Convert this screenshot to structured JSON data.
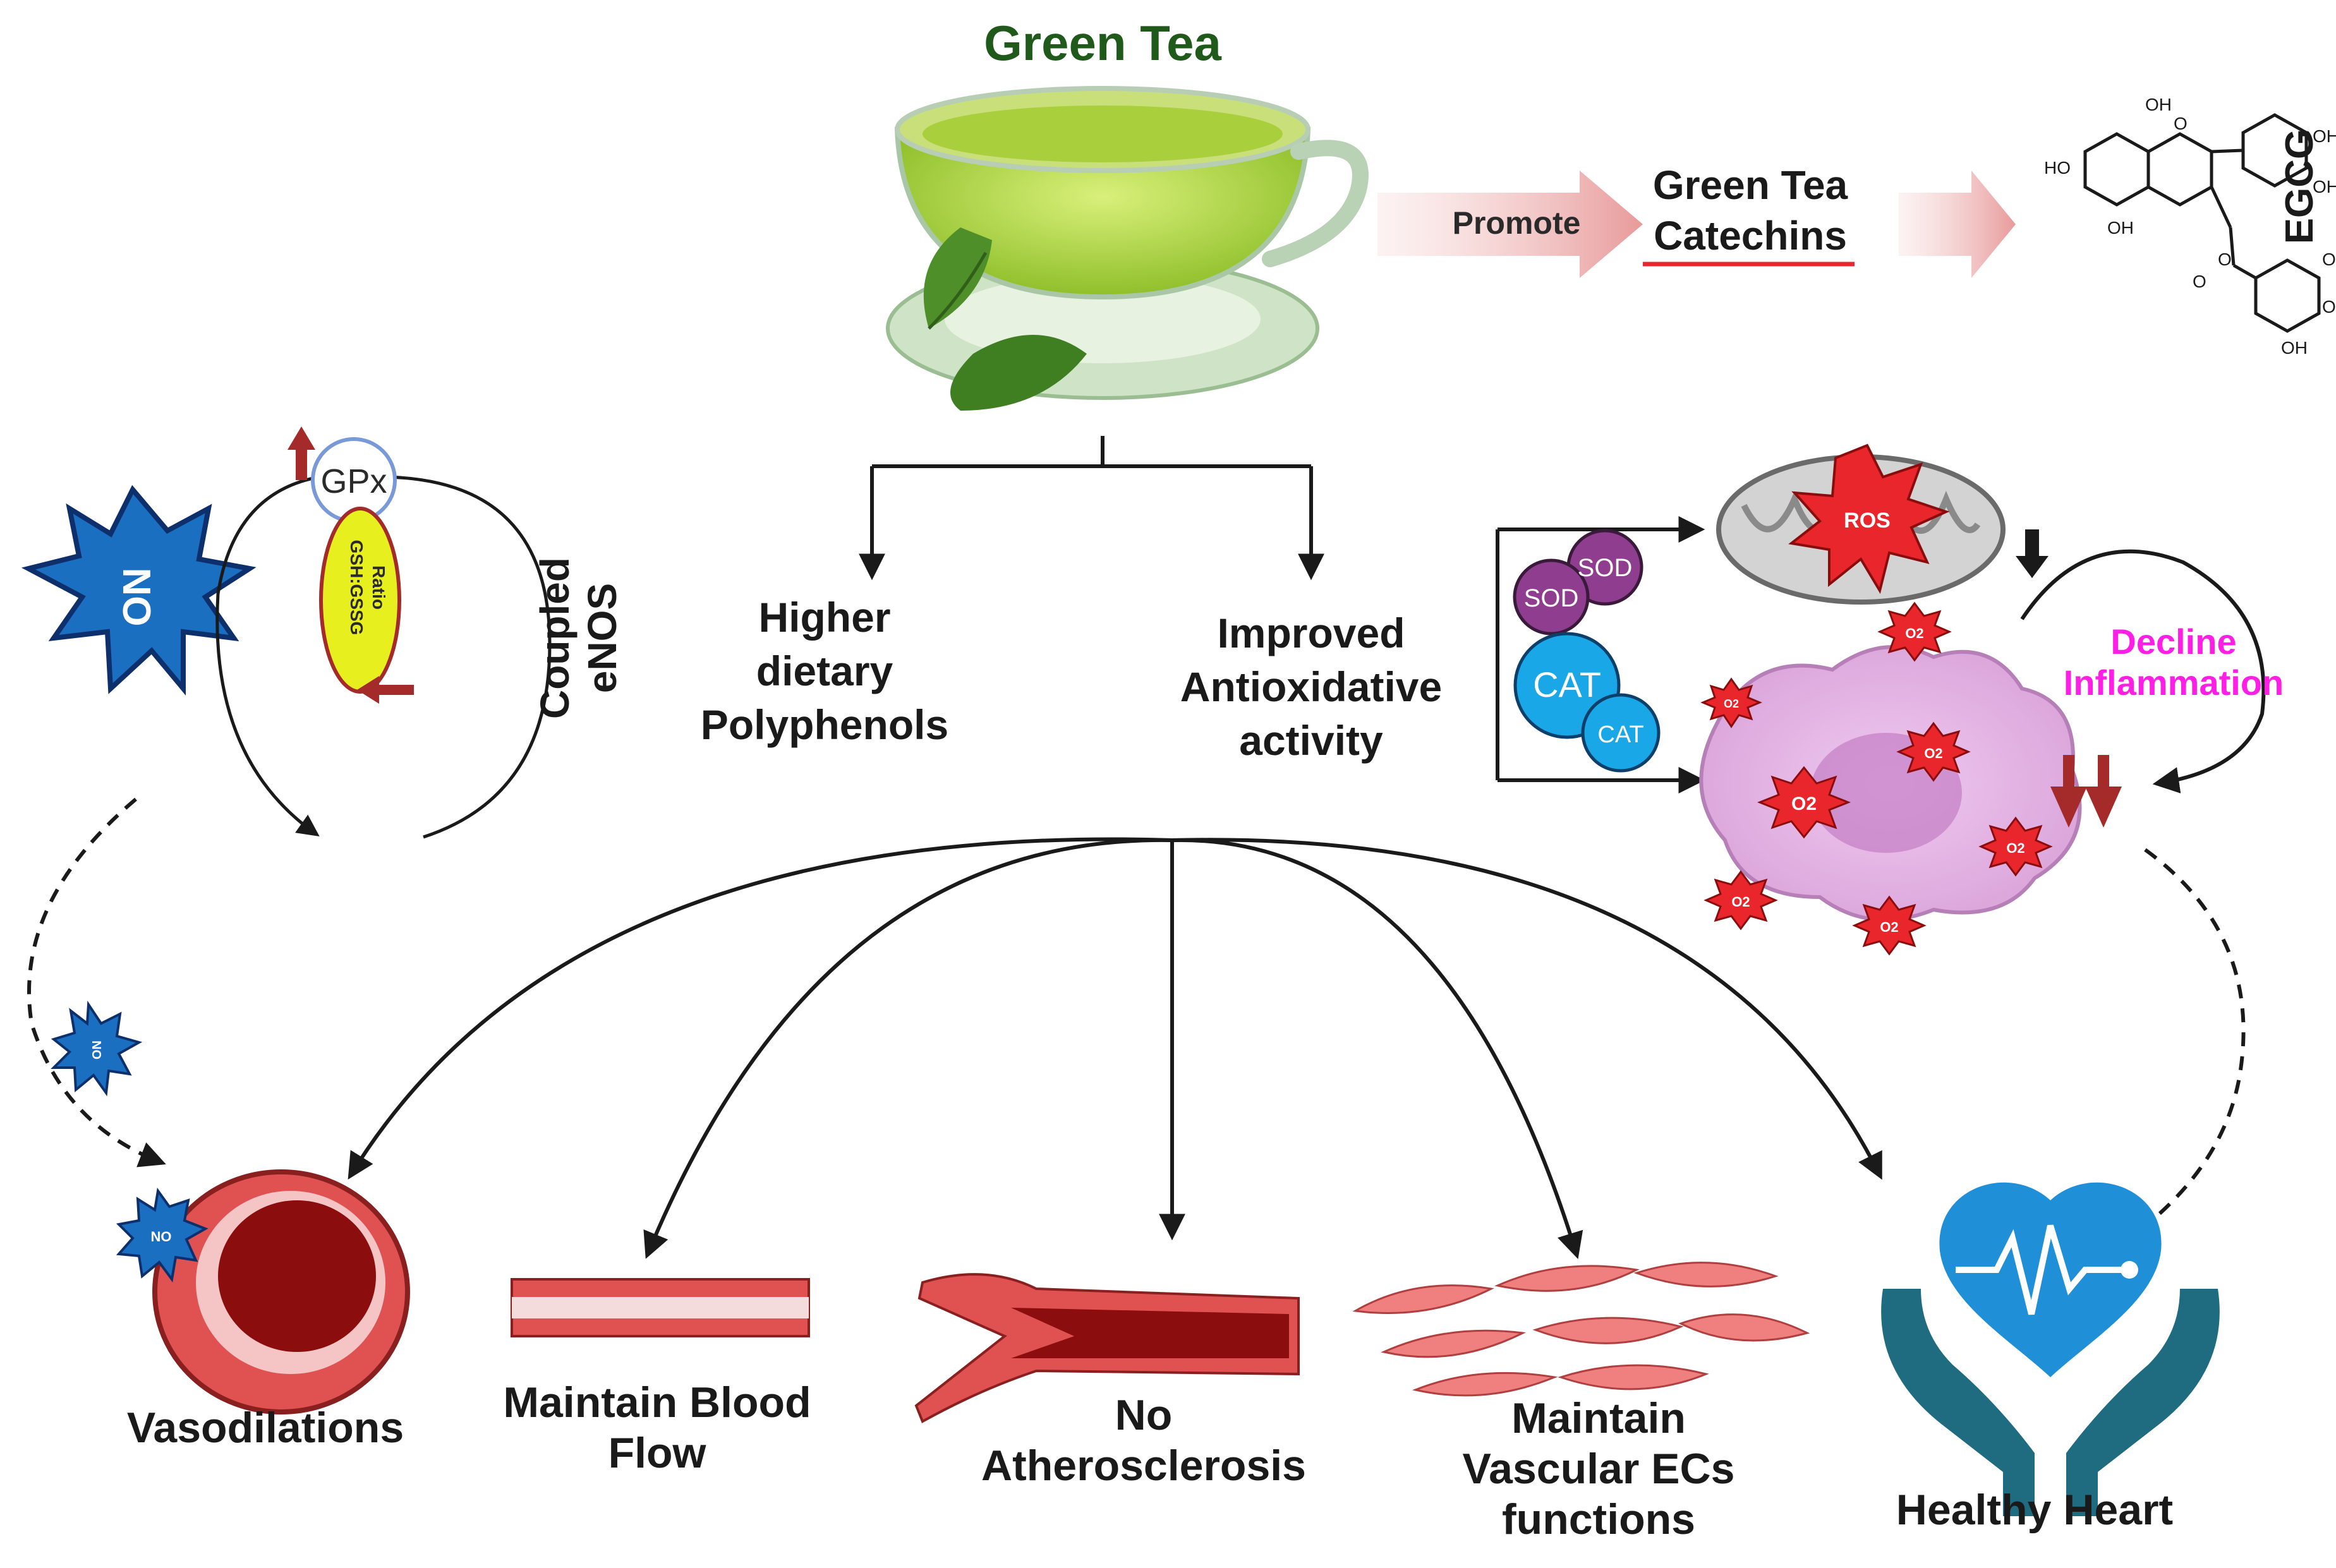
{
  "title": "Green Tea",
  "promote_label": "Promote",
  "catechins": [
    "Green Tea",
    "Catechins"
  ],
  "egcg_label": "EGCG",
  "egcg_oh": [
    "OH",
    "OH",
    "OH",
    "HO",
    "OH",
    "OH",
    "OH",
    "OH",
    "OH"
  ],
  "egcg_o": [
    "O",
    "O",
    "O"
  ],
  "gpx_label": "GPx",
  "gsh_ratio": [
    "GSH:GSSG",
    "Ratio"
  ],
  "coupled_enos": [
    "Coupled",
    "eNOS"
  ],
  "no_label": "NO",
  "branch_left": [
    "Higher",
    "dietary",
    "Polyphenols"
  ],
  "branch_right": [
    "Improved",
    "Antioxidative",
    "activity"
  ],
  "sod_label": "SOD",
  "cat_label": "CAT",
  "ros_label": "ROS",
  "o2_label": "O2",
  "decline": [
    "Decline",
    "Inflammation"
  ],
  "outcomes": {
    "vasodilations": [
      "Vasodilations"
    ],
    "blood_flow": [
      "Maintain Blood",
      "Flow"
    ],
    "atherosclerosis": [
      "No",
      "Atherosclerosis"
    ],
    "ecs": [
      "Maintain",
      "Vascular ECs",
      "functions"
    ],
    "heart": [
      "Healthy Heart"
    ]
  },
  "colors": {
    "tea_title": "#1f5a1b",
    "decline_text": "#ff1ee6",
    "no_blue": "#1a6fc1",
    "arrow_red": "#a52a2a",
    "ros_red": "#e8262b",
    "sod_purple": "#8e3d8f",
    "cat_blue": "#1aa7e8",
    "cell_pink": "#e6b6e6",
    "vessel_red": "#e05252",
    "heart_blue": "#1f8fd8",
    "hands_teal": "#1f6b80"
  }
}
